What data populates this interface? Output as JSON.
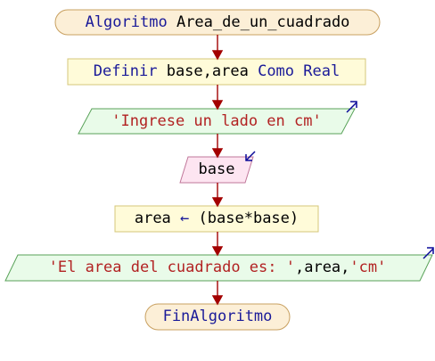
{
  "flowchart": {
    "start": {
      "keyword": "Algoritmo",
      "name": "Area_de_un_cuadrado"
    },
    "definition": {
      "keyword": "Definir",
      "vars": "base,area",
      "type_kw": "Como Real"
    },
    "output1": {
      "text": "'Ingrese un lado en cm'"
    },
    "input1": {
      "text": "base"
    },
    "assign": {
      "target": "area",
      "arrow": "←",
      "expr": "(base*base)"
    },
    "output2": {
      "str1": "'El area del cuadrado es: '",
      "sep1": ",",
      "var": "area",
      "sep2": ",",
      "str2": "'cm'"
    },
    "end": {
      "text": "FinAlgoritmo"
    }
  },
  "colors": {
    "terminal_fill": "#fcefd7",
    "terminal_stroke": "#c8a060",
    "process_fill": "#fffbd9",
    "process_stroke": "#d4c77a",
    "io_out_fill": "#e9fbe9",
    "io_out_stroke": "#59a259",
    "io_in_fill": "#fde5f1",
    "io_in_stroke": "#c0779a",
    "arrow": "#a30000",
    "corner_arrow": "#0a0a99"
  }
}
